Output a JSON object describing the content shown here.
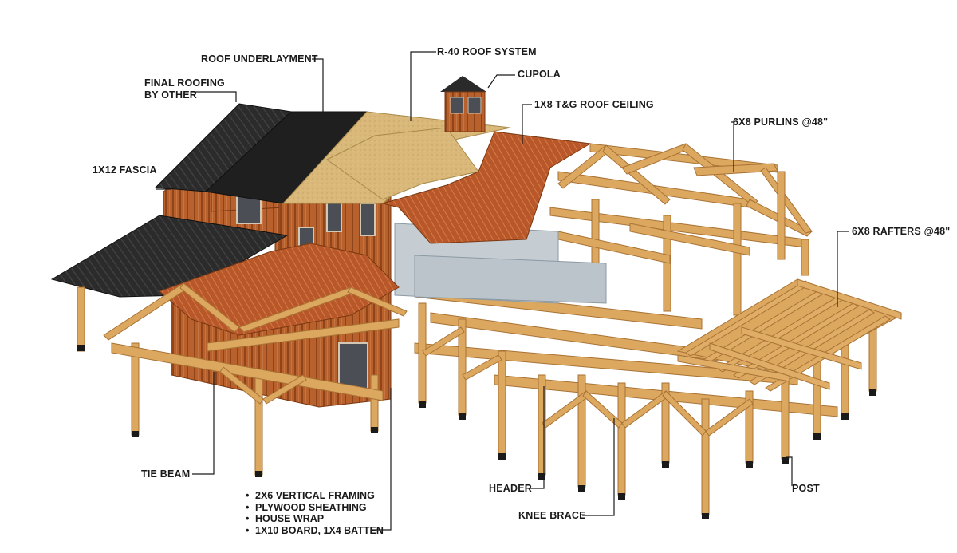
{
  "labels": {
    "roof_underlayment": "ROOF UNDERLAYMENT",
    "final_roofing_1": "FINAL ROOFING",
    "final_roofing_2": "BY OTHER",
    "fascia": "1X12 FASCIA",
    "roof_system": "R-40 ROOF SYSTEM",
    "cupola": "CUPOLA",
    "roof_ceiling": "1X8 T&G ROOF CEILING",
    "purlins": "6X8 PURLINS @48\"",
    "rafters": "6X8 RAFTERS @48\"",
    "tie_beam": "TIE BEAM",
    "header": "HEADER",
    "knee_brace": "KNEE BRACE",
    "post": "POST"
  },
  "wall_assembly": [
    "2X6 VERTICAL FRAMING",
    "PLYWOOD SHEATHING",
    "HOUSE WRAP",
    "1X10 BOARD, 1X4 BATTEN"
  ],
  "colors": {
    "timber": "#d9a55e",
    "timber_dark": "#b27a3a",
    "siding": "#b8612c",
    "metal_roof": "#2b2b2b",
    "sheathing": "#d9b87a",
    "ceiling": "#b8582a",
    "leader": "#1a1a1a"
  }
}
